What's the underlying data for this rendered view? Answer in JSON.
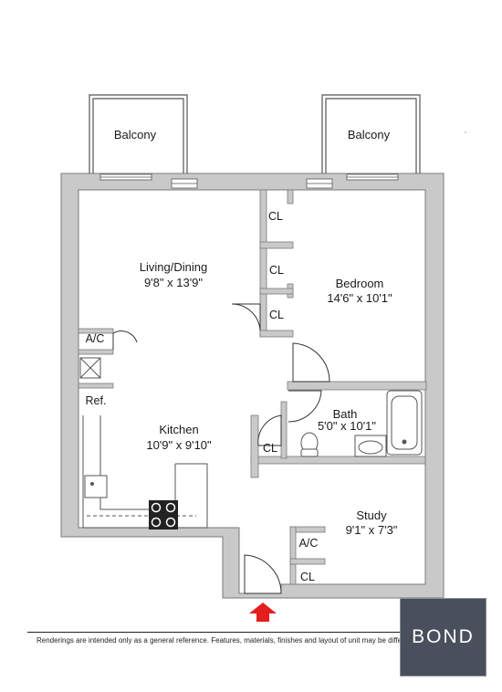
{
  "rooms": {
    "balcony_left": "Balcony",
    "balcony_right": "Balcony",
    "living": {
      "name": "Living/Dining",
      "dims": "9'8\" x 13'9\""
    },
    "bedroom": {
      "name": "Bedroom",
      "dims": "14'6\" x 10'1\""
    },
    "kitchen": {
      "name": "Kitchen",
      "dims": "10'9\" x 9'10\""
    },
    "bath": {
      "name": "Bath",
      "dims": "5'0\" x 10'1\""
    },
    "study": {
      "name": "Study",
      "dims": "9'1\" x 7'3\""
    }
  },
  "fixtures": {
    "cl_1": "CL",
    "cl_2": "CL",
    "cl_3": "CL",
    "cl_bath": "CL",
    "cl_study": "CL",
    "ac_living": "A/C",
    "ac_study": "A/C",
    "ref": "Ref."
  },
  "footer": {
    "disclaimer": "Renderings are intended only as a general reference. Features, materials, finishes and layout of unit may be different than shown."
  },
  "logo": {
    "text": "BOND"
  },
  "colors": {
    "wall": "#c9c9c9",
    "wall_edge": "#7a7a7a",
    "entry_arrow": "#e41e1e",
    "logo_bg": "#4a4f5e"
  }
}
